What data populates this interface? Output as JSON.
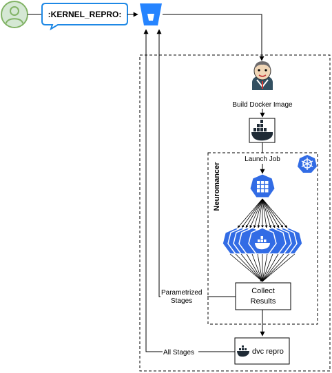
{
  "chat_bubble": {
    "text": ":KERNEL_REPRO:"
  },
  "jenkins": {
    "caption": "Build Docker Image"
  },
  "docker": {
    "caption": "Launch Job"
  },
  "cluster": {
    "title": "Neuromancer"
  },
  "collect": {
    "line1": "Collect",
    "line2": "Results"
  },
  "feedback": {
    "line1": "Parametrized",
    "line2": "Stages",
    "all_stages": "All Stages"
  },
  "dvc": {
    "label": "dvc repro"
  },
  "icons": {
    "user": "user-avatar-icon",
    "repo": "bitbucket-icon",
    "ci": "jenkins-icon",
    "container": "docker-icon",
    "orchestrator": "kubernetes-icon",
    "job": "kubernetes-job-icon",
    "pod": "kubernetes-pod-icon"
  },
  "colors": {
    "user_green": "#82b366",
    "user_fill": "#d5e8d4",
    "bubble_blue": "#1e88e5",
    "bitbucket_blue": "#2684ff",
    "k8s_blue": "#326ce5",
    "docker_dark": "#1f2b36"
  }
}
